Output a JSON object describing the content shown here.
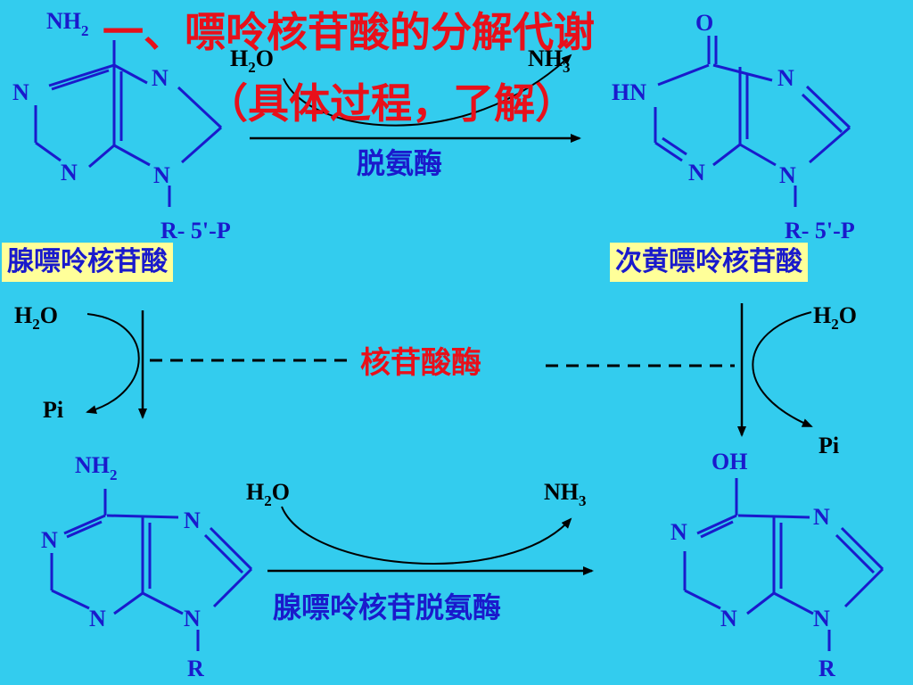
{
  "title_line1": "一、嘌呤核苷酸的分解代谢",
  "title_line2": "（具体过程，了解）",
  "enzyme_top": "脱氨酶",
  "enzyme_middle": "核苷酸酶",
  "enzyme_bottom": "腺嘌呤核苷脱氨酶",
  "label_amp": "腺嘌呤核苷酸",
  "label_imp": "次黄嘌呤核苷酸",
  "sub_left": "R- 5'-P",
  "sub_right": "R- 5'-P",
  "sub_r": "R",
  "h2o": "H2O",
  "nh3": "NH3",
  "pi": "Pi",
  "atoms": {
    "N": "N",
    "NH2": "NH2",
    "O": "O",
    "OH": "OH",
    "HN": "HN"
  },
  "colors": {
    "background": "#33ccee",
    "title": "#e8101a",
    "structure": "#1a1acc",
    "label_bg": "#ffff99"
  }
}
